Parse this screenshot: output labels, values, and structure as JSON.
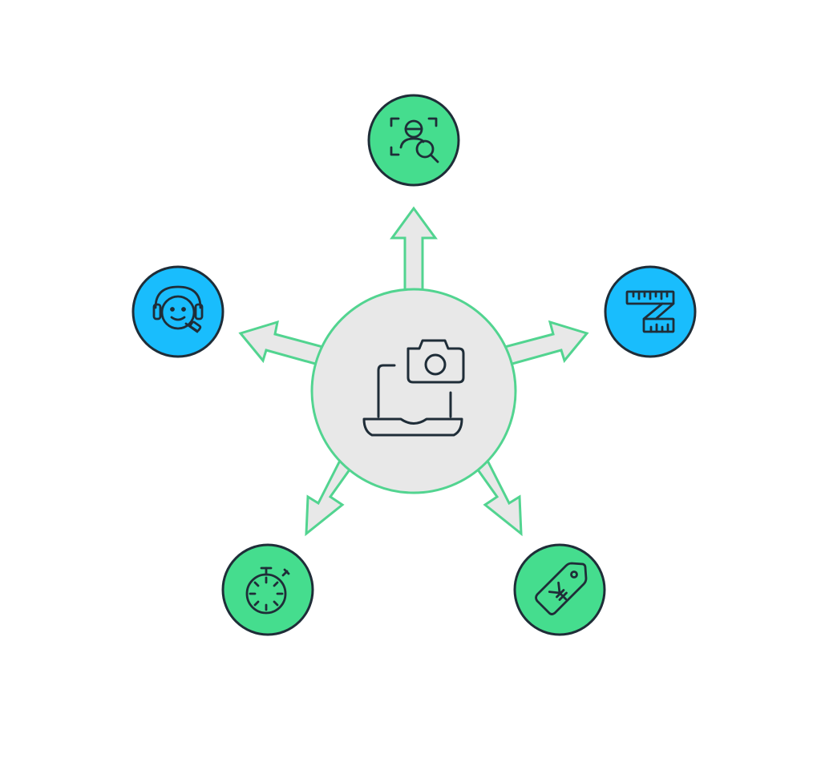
{
  "colors": {
    "background": "#ffffff",
    "hub_fill": "#e8e8e8",
    "arrow_fill": "#e8e8e8",
    "arrow_stroke": "#52d490",
    "green_node": "#45dd8e",
    "blue_node": "#19bdfd",
    "icon_stroke": "#1f2d38"
  },
  "hub": {
    "icon": "laptop-camera-icon"
  },
  "nodes": [
    {
      "id": "top",
      "icon": "face-scan-search-icon",
      "color": "green"
    },
    {
      "id": "right",
      "icon": "measuring-tape-icon",
      "color": "blue"
    },
    {
      "id": "bottom-right",
      "icon": "yen-price-tag-icon",
      "color": "green"
    },
    {
      "id": "bottom-left",
      "icon": "stopwatch-icon",
      "color": "green"
    },
    {
      "id": "left",
      "icon": "customer-support-headset-icon",
      "color": "blue"
    }
  ]
}
